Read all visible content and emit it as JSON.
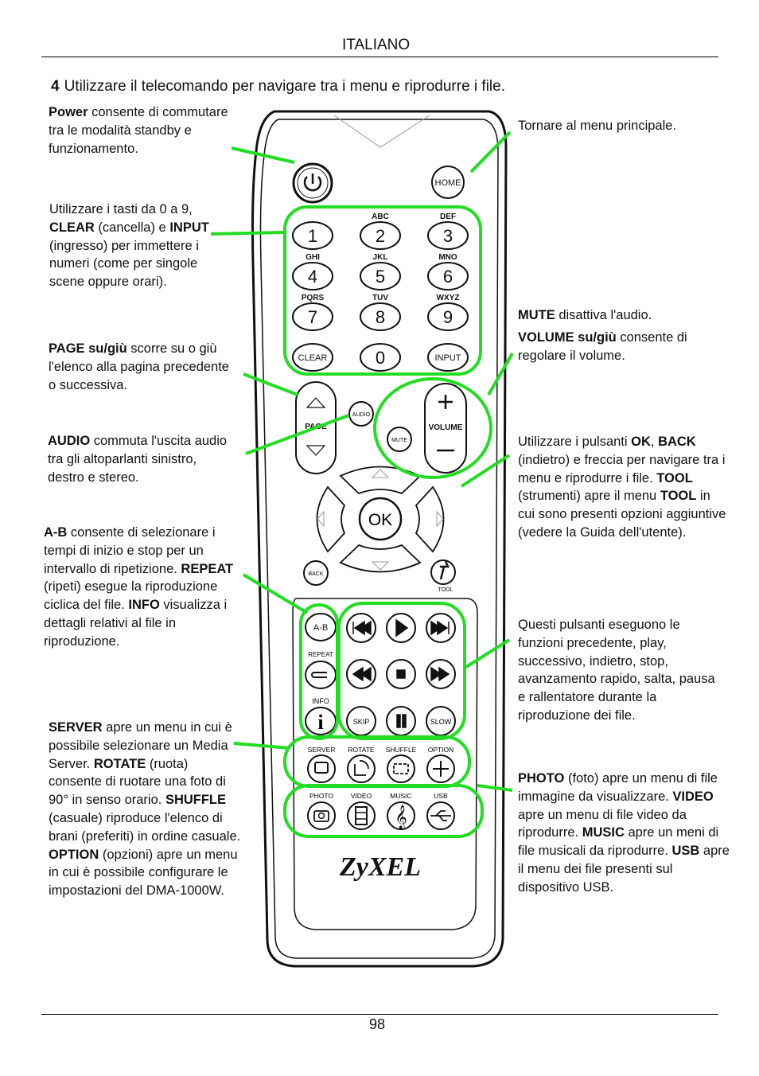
{
  "header": {
    "language": "ITALIANO",
    "page_number": "98"
  },
  "step": {
    "number": "4",
    "text": "Utilizzare il telecomando per navigare tra i menu e riprodurre i file."
  },
  "notes": {
    "power": {
      "b1": "Power",
      "t1": " consente di commutare tra le modalità standby e funzionamento."
    },
    "home": {
      "t1": "Tornare al menu principale."
    },
    "numbers": {
      "t1": "Utilizzare i tasti da 0 a 9, ",
      "b1": "CLEAR",
      "t2": " (cancella) e ",
      "b2": "INPUT",
      "t3": " (ingresso) per immettere i numeri (come per singole scene oppure orari)."
    },
    "mute": {
      "b1": "MUTE",
      "t1": " disattiva l'audio."
    },
    "volume": {
      "b1": "VOLUME su/giù",
      "t1": " consente di regolare il volume."
    },
    "page": {
      "b1": "PAGE su/giù",
      "t1": " scorre su o giù l'elenco alla pagina precedente o successiva."
    },
    "audio": {
      "b1": "AUDIO",
      "t1": " commuta l'uscita audio tra gli altoparlanti sinistro, destro e stereo."
    },
    "ok": {
      "t1": "Utilizzare i pulsanti ",
      "b1": "OK",
      "t2": ", ",
      "b2": "BACK",
      "t3": " (indietro) e freccia per navigare tra i menu e riprodurre i file. ",
      "b3": "TOOL",
      "t4": " (strumenti) apre il menu ",
      "b4": "TOOL",
      "t5": " in cui sono presenti opzioni aggiuntive (vedere la Guida dell'utente)."
    },
    "ab": {
      "b1": "A-B",
      "t1": " consente di selezionare i tempi di inizio e stop per un intervallo di ripetizione. ",
      "b2": "REPEAT",
      "t2": " (ripeti) esegue la riproduzione ciclica del file. ",
      "b3": "INFO",
      "t3": " visualizza i dettagli relativi al file in riproduzione."
    },
    "playback": {
      "t1": "Questi pulsanti eseguono le funzioni precedente, play, successivo, indietro, stop, avanzamento rapido, salta, pausa e rallentatore durante la riproduzione dei file."
    },
    "server": {
      "b1": "SERVER",
      "t1": " apre un menu in cui è possibile selezionare un Media Server. ",
      "b2": "ROTATE",
      "t2": " (ruota) consente di ruotare una foto di 90° in senso orario. ",
      "b3": "SHUFFLE",
      "t3": " (casuale) riproduce l'elenco di brani (preferiti) in ordine casuale. ",
      "b4": "OPTION",
      "t4": " (opzioni) apre un menu in cui è possibile configurare le impostazioni del DMA-1000W."
    },
    "photo": {
      "b1": "PHOTO",
      "t1": " (foto) apre un menu di file immagine da visualizzare. ",
      "b2": "VIDEO",
      "t2": " apre un menu di file video da riprodurre. ",
      "b3": "MUSIC",
      "t3": " apre un meni di file musicali da riprodurre. ",
      "b4": "USB",
      "t4": " apre il menu dei file presenti sul dispositivo USB."
    }
  },
  "remote": {
    "home": "HOME",
    "keys": [
      {
        "n": "1",
        "s": ""
      },
      {
        "n": "2",
        "s": "ABC"
      },
      {
        "n": "3",
        "s": "DEF"
      },
      {
        "n": "4",
        "s": "GHI"
      },
      {
        "n": "5",
        "s": "JKL"
      },
      {
        "n": "6",
        "s": "MNO"
      },
      {
        "n": "7",
        "s": "PQRS"
      },
      {
        "n": "8",
        "s": "TUV"
      },
      {
        "n": "9",
        "s": "WXYZ"
      }
    ],
    "clear": "CLEAR",
    "zero": "0",
    "input": "INPUT",
    "page": "PAGE",
    "audio": "AUDIO",
    "mute": "MUTE",
    "volume": "VOLUME",
    "ok": "OK",
    "back": "BACK",
    "tool": "TOOL",
    "ab": "A-B",
    "repeat": "REPEAT",
    "info": "INFO",
    "skip": "SKIP",
    "slow": "SLOW",
    "server": "SERVER",
    "rotate": "ROTATE",
    "shuffle": "SHUFFLE",
    "option": "OPTION",
    "photo": "PHOTO",
    "video": "VIDEO",
    "music": "MUSIC",
    "usb": "USB",
    "brand": "ZyXEL",
    "highlight_color": "#22dd22"
  }
}
